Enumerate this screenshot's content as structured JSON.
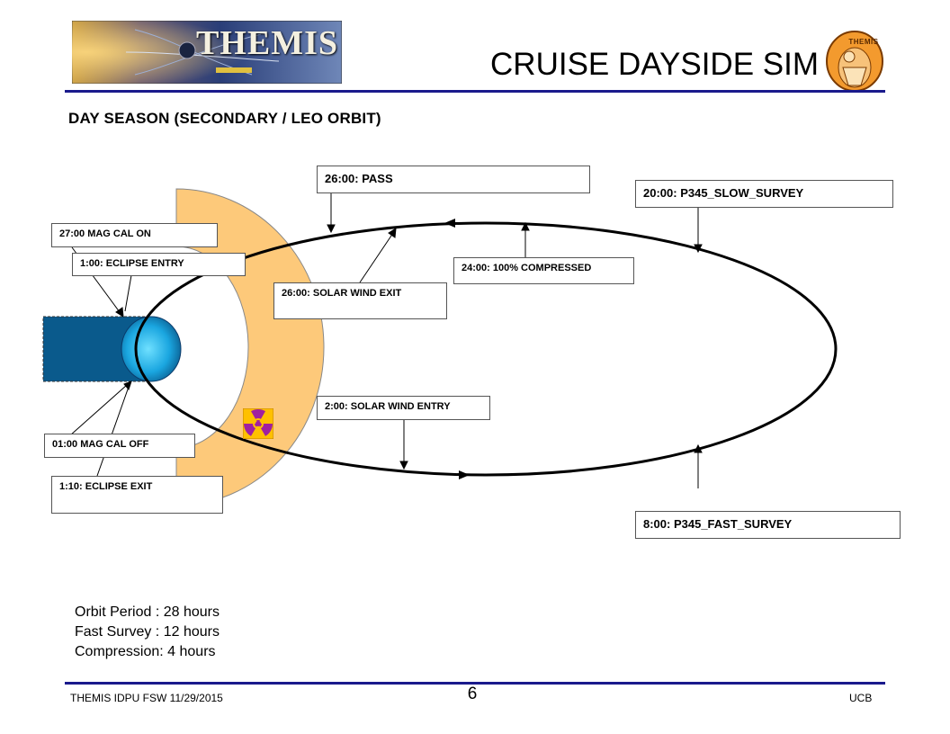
{
  "header": {
    "logo_text": "THEMIS",
    "title": "CRUISE DAYSIDE SIM",
    "badge_text": "THEMIS"
  },
  "subtitle": "DAY SEASON (SECONDARY / LEO ORBIT)",
  "labels": {
    "pass": "26:00: PASS",
    "slow_survey": "20:00: P345_SLOW_SURVEY",
    "mag_cal_on": "27:00 MAG CAL ON",
    "eclipse_entry": "1:00: ECLIPSE ENTRY",
    "compressed": "24:00: 100% COMPRESSED",
    "solar_wind_exit": "26:00: SOLAR WIND EXIT",
    "solar_wind_entry": "2:00: SOLAR WIND ENTRY",
    "mag_cal_off": "01:00 MAG CAL OFF",
    "eclipse_exit": "1:10: ECLIPSE EXIT",
    "fast_survey": "8:00: P345_FAST_SURVEY"
  },
  "orbit_info": [
    "Orbit Period : 28 hours",
    "Fast Survey : 12 hours",
    "Compression: 4 hours"
  ],
  "footer": {
    "left": "THEMIS IDPU FSW 11/29/2015",
    "page": "6",
    "right": "UCB"
  },
  "icons": {
    "radiation": "radiation-icon"
  },
  "colors": {
    "rule": "#1a1a8c",
    "magnetosphere": "#fdc97a",
    "earth_shadow": "#0a5a8c",
    "earth": "#1aa6e0",
    "radiation_bg": "#ffc000",
    "radiation_fg": "#a020a0"
  }
}
